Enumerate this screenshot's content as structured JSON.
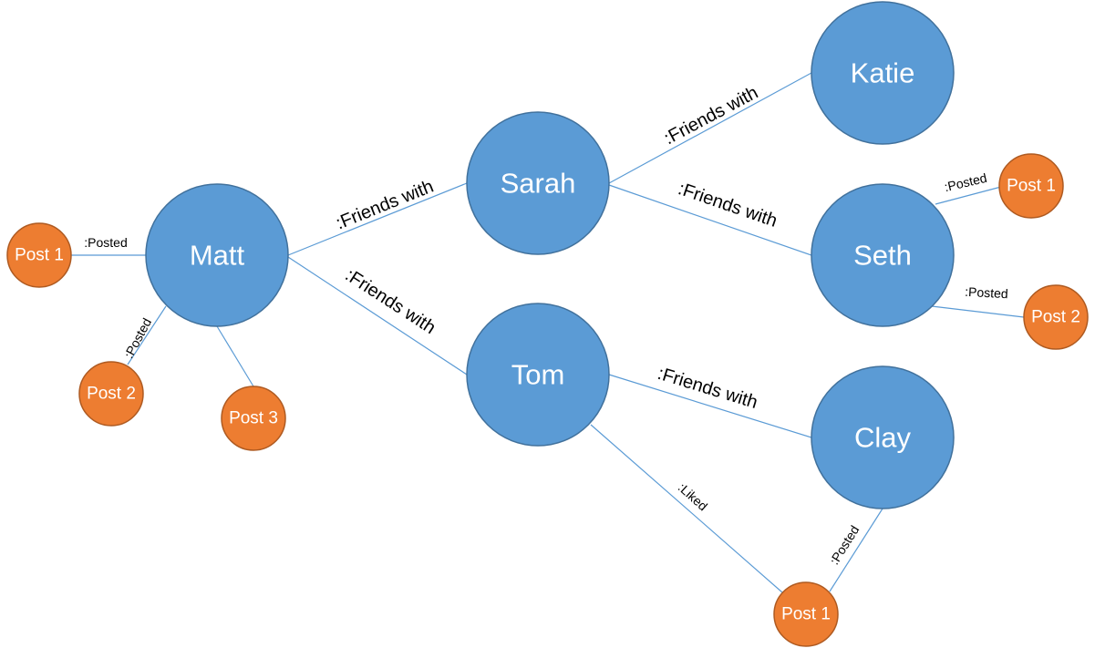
{
  "nodes": {
    "matt": "Matt",
    "sarah": "Sarah",
    "tom": "Tom",
    "katie": "Katie",
    "seth": "Seth",
    "clay": "Clay",
    "matt_post1": "Post 1",
    "matt_post2": "Post 2",
    "matt_post3": "Post 3",
    "seth_post1": "Post 1",
    "seth_post2": "Post 2",
    "clay_post1": "Post 1"
  },
  "edges": {
    "matt_sarah": ":Friends with",
    "matt_tom": ":Friends with",
    "sarah_katie": ":Friends with",
    "sarah_seth": ":Friends with",
    "tom_clay": ":Friends with",
    "matt_post1": ":Posted",
    "matt_post2": ":Posted",
    "seth_post1": ":Posted",
    "seth_post2": ":Posted",
    "clay_post1": ":Posted",
    "tom_liked": ":Liked"
  },
  "colors": {
    "person": "#5b9bd5",
    "post": "#ed7d31",
    "edge": "#5b9bd5"
  }
}
